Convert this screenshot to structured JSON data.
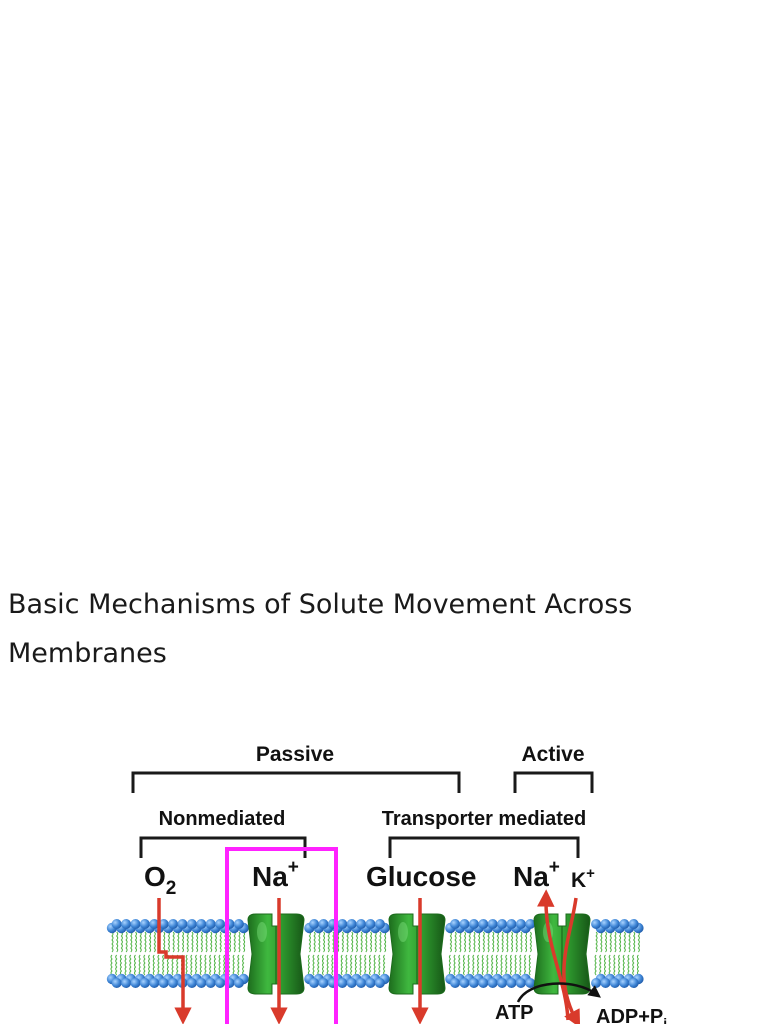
{
  "page": {
    "title": "Basic Mechanisms of Solute Movement Across Membranes"
  },
  "diagram": {
    "categories": {
      "passive": "Passive",
      "active": "Active",
      "nonmediated": "Nonmediated",
      "transporter_mediated": "Transporter mediated"
    },
    "solutes": {
      "oxygen": {
        "base": "O",
        "sub": "2"
      },
      "sodium_channel": {
        "base": "Na",
        "sup": "+"
      },
      "glucose": {
        "base": "Glucose"
      },
      "sodium_pump": {
        "base": "Na",
        "sup": "+"
      },
      "potassium_pump": {
        "base": "K",
        "sup": "+"
      }
    },
    "energy": {
      "atp": "ATP",
      "adp": {
        "base": "ADP+P",
        "sub": "i"
      }
    },
    "colors": {
      "bracket": "#1a1a1a",
      "arrow": "#d93a2b",
      "highlight_box": "#ff22ff",
      "lipid_head": "#3f86d6",
      "lipid_tail": "#53b548",
      "protein": "#2e9a2e",
      "protein_dark": "#1c6b1c"
    }
  }
}
